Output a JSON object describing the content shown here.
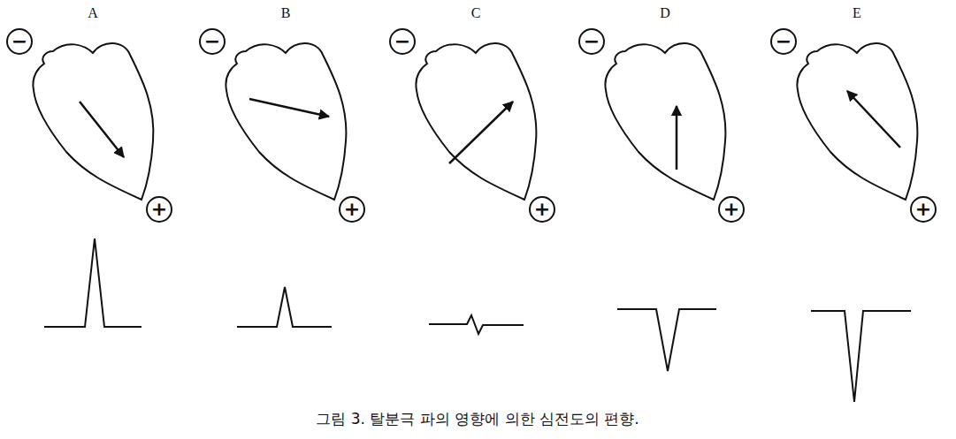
{
  "diagram": {
    "caption": "그림 3. 탈분극 파의 영향에 의한 심전도의 편향.",
    "labels": [
      "A",
      "B",
      "C",
      "D",
      "E",
      "−",
      "−",
      "−",
      "−",
      "−",
      "+",
      "+",
      "+",
      "+",
      "+"
    ]
  }
}
